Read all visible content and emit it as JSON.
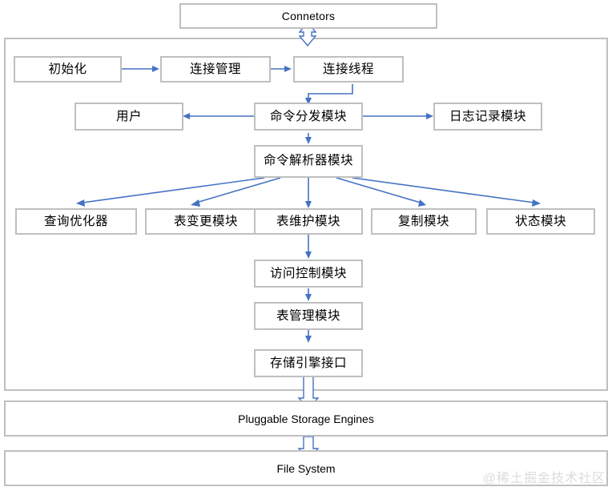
{
  "diagram": {
    "title": "MySQL Server Architecture",
    "colors": {
      "box_border": "#bfbfbf",
      "connector": "#4472c4",
      "background": "#ffffff",
      "watermark": "#dcdcdc"
    },
    "watermark": "@稀土掘金技术社区"
  },
  "top": {
    "connectors_box": "Connetors"
  },
  "server": {
    "row_connection": [
      {
        "id": "init",
        "label": "初始化"
      },
      {
        "id": "conn-manager",
        "label": "连接管理"
      },
      {
        "id": "conn-thread",
        "label": "连接线程"
      }
    ],
    "row_dispatch": [
      {
        "id": "user",
        "label": "用户"
      },
      {
        "id": "cmd-dispatch",
        "label": "命令分发模块"
      },
      {
        "id": "log-record",
        "label": "日志记录模块"
      }
    ],
    "parser": {
      "id": "cmd-parser",
      "label": "命令解析器模块"
    },
    "row_modules": [
      {
        "id": "query-optimizer",
        "label": "查询优化器"
      },
      {
        "id": "table-alter",
        "label": "表变更模块"
      },
      {
        "id": "table-maintain",
        "label": "表维护模块"
      },
      {
        "id": "replication",
        "label": "复制模块"
      },
      {
        "id": "status",
        "label": "状态模块"
      }
    ],
    "chain": [
      {
        "id": "access-control",
        "label": "访问控制模块"
      },
      {
        "id": "table-manage",
        "label": "表管理模块"
      },
      {
        "id": "storage-engine-api",
        "label": "存储引擎接口"
      }
    ]
  },
  "bottom": {
    "storage_engines": "Pluggable Storage Engines",
    "file_system": "File System"
  }
}
